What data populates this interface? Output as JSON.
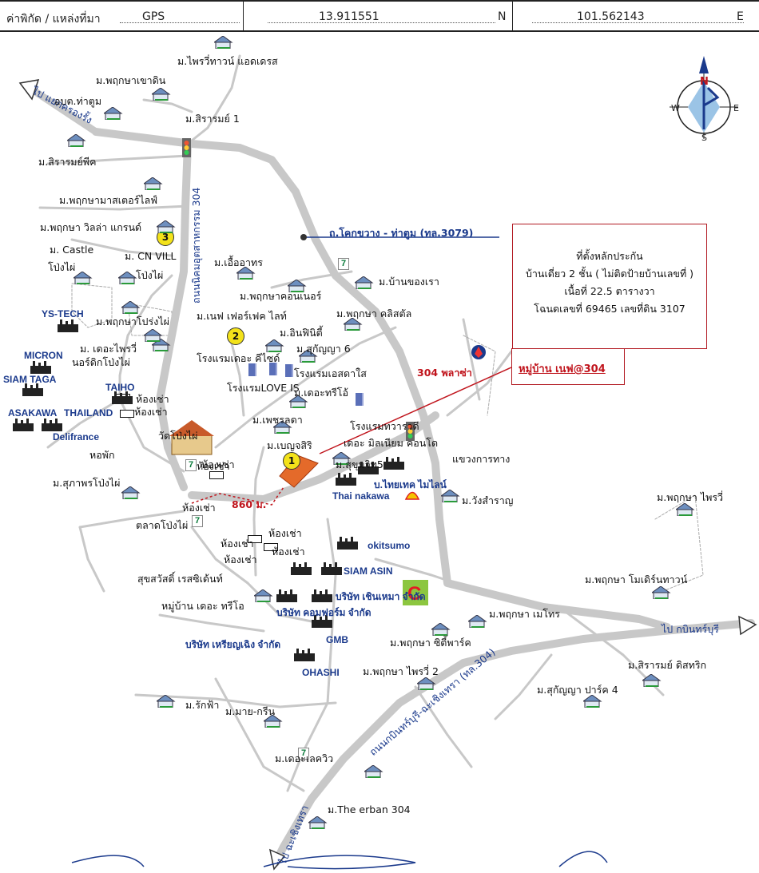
{
  "gps": {
    "label": "ค่าพิกัด / แหล่งที่มา",
    "source": "GPS",
    "lat": "13.911551",
    "lat_suffix": "N",
    "lon": "101.562143",
    "lon_suffix": "E"
  },
  "info": {
    "title": "ที่ตั้งหลักประกัน",
    "line1": "บ้านเดี่ยว 2 ชั้น ( ไม่ติดป้ายบ้านเลขที่ )",
    "line2": "เนื้อที่ 22.5 ตารางวา",
    "line3": "โฉนดเลขที่ 69465 เลขที่ดิน 3107"
  },
  "village_box": "หมู่บ้าน เนฟ@304",
  "compass": {
    "n": "N",
    "e": "E",
    "s": "S",
    "w": "W"
  },
  "roads": {
    "kokkhwang": "ถ.โคกขวาง - ท่าตูม (ทล.3079)",
    "udom": "ถนนนิคมอุตสาหกรรม 304",
    "kabin": "ถนนกบินทร์บุรี-ฉะเชิงเทรา (ทล.304)",
    "to_krong": "ไป แยกครองรั้ง",
    "to_kabin": "ไป กบินทร์บุรี",
    "to_chachoeng": "ไป ฉะเชิงเทรา"
  },
  "distance": "860 ม.",
  "plaza": "304 พลาซ่า",
  "markers": [
    "1",
    "2",
    "3"
  ],
  "labels": [
    "ม.ไพรวี่ทาวน์ แอดเดรส",
    "ม.พฤกษาเขาดิน",
    "อบต.ท่าตูม",
    "ม.สิรารมย์ 1",
    "ม.สิรารมย์พีค",
    "ม.พฤกษามาสเตอร์ไลฟ์",
    "ม.พฤกษา วิลล่า แกรนด์",
    "ม. Castle",
    "ม. CN VILL",
    "โป่งไผ่",
    "โป่งไผ่",
    "ม.เอื้ออาทร",
    "ม.บ้านของเรา",
    "ม.พฤกษาคอนเนอร์",
    "ม.พฤกษาโปร่งไผ่",
    "ม.เนฟ เฟอร์เฟค ไลท์",
    "ม.พฤกษา คลิสตัล",
    "ม.อินฟินิตี้",
    "ม. เดอะไพรวี่",
    "ม.สุกัญญา 6",
    "โรงแรมเดอะ คีไซด์",
    "นอร์ดิกโป่งไผ่",
    "โรงแรมเอสดาใส",
    "โรงแรมLOVE IS",
    "ม.เดอะทรีโอ้",
    "ห้องเช่า",
    "ห้องเช่า",
    "วัดโป่งไผ่",
    "ห้องเช่า",
    "ม.เพชรลดา",
    "โรงแรมทวารวดี",
    "ม.เบญจสิริ",
    "เดอะ มิลเนียม คอนโด",
    "หอพัก",
    "ห้องเช่า",
    "ม.สุขุมวิท5",
    "แขวงการทาง",
    "ม.สุภาพรโป่งไผ่",
    "ห้องเช่า",
    "ม.วังสำราญ",
    "ม.พฤกษา ไพรวี่",
    "ตลาดโป่งไผ่",
    "ห้องเช่า",
    "ห้องเช่า",
    "ห้องเช่า",
    "ห้องเช่า",
    "สุขสวัสดิ์ เรสซิเด้นท์",
    "ม.พฤกษา โมเดิร์นทาวน์",
    "หมู่บ้าน เดอะ ทรีโอ",
    "ม.พฤกษา เมโทร",
    "ม.พฤกษา ซิตี้พาร์ค",
    "ม.สิรารมย์ ดิสทริก",
    "ม.พฤกษา ไพรวี่ 2",
    "ม.สุกัญญา ปาร์ค 4",
    "ม.รักฟ้า",
    "ม.มาย-กรีน",
    "ม.เดอะเลควิว",
    "ม.The erban 304"
  ],
  "companies": [
    "YS-TECH",
    "MICRON",
    "SIAM TAGA",
    "TAIHO",
    "ASAKAWA",
    "THAILAND",
    "Delifrance",
    "บ.ไทยเทค ไมไลน์",
    "Thai nakawa",
    "okitsumo",
    "SIAM ASIN",
    "บริษัท เชินเหมา จำกัด",
    "บริษัท คอมฟอร์ม จำกัด",
    "บริษัท เหรียญเฉิง จำกัด",
    "GMB",
    "OHASHI"
  ]
}
